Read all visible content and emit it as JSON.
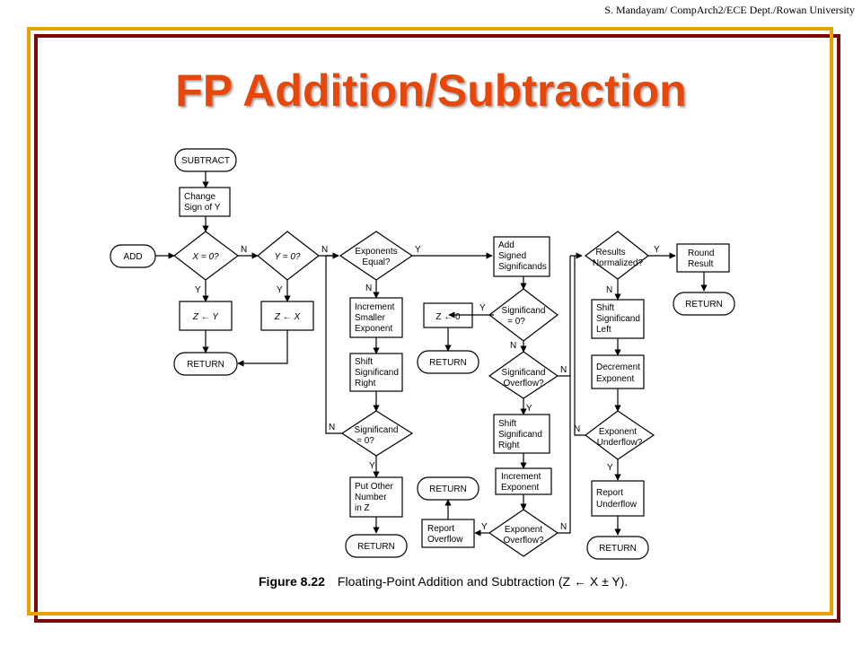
{
  "header": {
    "credit": "S. Mandayam/ CompArch2/ECE Dept./Rowan University"
  },
  "title": "FP Addition/Subtraction",
  "caption": {
    "figure": "Figure 8.22",
    "text": "Floating-Point Addition and Subtraction (Z ← X ± Y)."
  },
  "colors": {
    "title": "#e8470a",
    "frame_outer": "#7a0a0a",
    "frame_inner": "#e8a000"
  },
  "flowchart": {
    "subtract": "SUBTRACT",
    "change_sign": [
      "Change",
      "Sign of Y"
    ],
    "add": "ADD",
    "x_eq_0": "X = 0?",
    "y_eq_0": "Y = 0?",
    "z_gets_y": "Z ← Y",
    "z_gets_x": "Z ← X",
    "return_1": "RETURN",
    "exponents_equal": [
      "Exponents",
      "Equal?"
    ],
    "increment_smaller": [
      "Increment",
      "Smaller",
      "Exponent"
    ],
    "shift_right": [
      "Shift",
      "Significand",
      "Right"
    ],
    "significand_zero_1": [
      "Significand",
      "= 0?"
    ],
    "put_other": [
      "Put Other",
      "Number",
      "in Z"
    ],
    "return_2": "RETURN",
    "add_signed": [
      "Add",
      "Signed",
      "Significands"
    ],
    "significand_zero_2": [
      "Significand",
      "= 0?"
    ],
    "z_gets_0": "Z ← 0",
    "return_3": "RETURN",
    "significand_overflow": [
      "Significand",
      "Overflow?"
    ],
    "shift_significand_right_2": [
      "Shift",
      "Significand",
      "Right"
    ],
    "increment_exponent": [
      "Increment",
      "Exponent"
    ],
    "exponent_overflow": [
      "Exponent",
      "Overflow?"
    ],
    "report_overflow": [
      "Report",
      "Overflow"
    ],
    "return_4": "RETURN",
    "results_normalized": [
      "Results",
      "Normalized?"
    ],
    "round_result": [
      "Round",
      "Result"
    ],
    "return_5": "RETURN",
    "shift_left": [
      "Shift",
      "Significand",
      "Left"
    ],
    "decrement_exponent": [
      "Decrement",
      "Exponent"
    ],
    "exponent_underflow": [
      "Exponent",
      "Underflow?"
    ],
    "report_underflow": [
      "Report",
      "Underflow"
    ],
    "return_6": "RETURN",
    "y": "Y",
    "n": "N"
  }
}
